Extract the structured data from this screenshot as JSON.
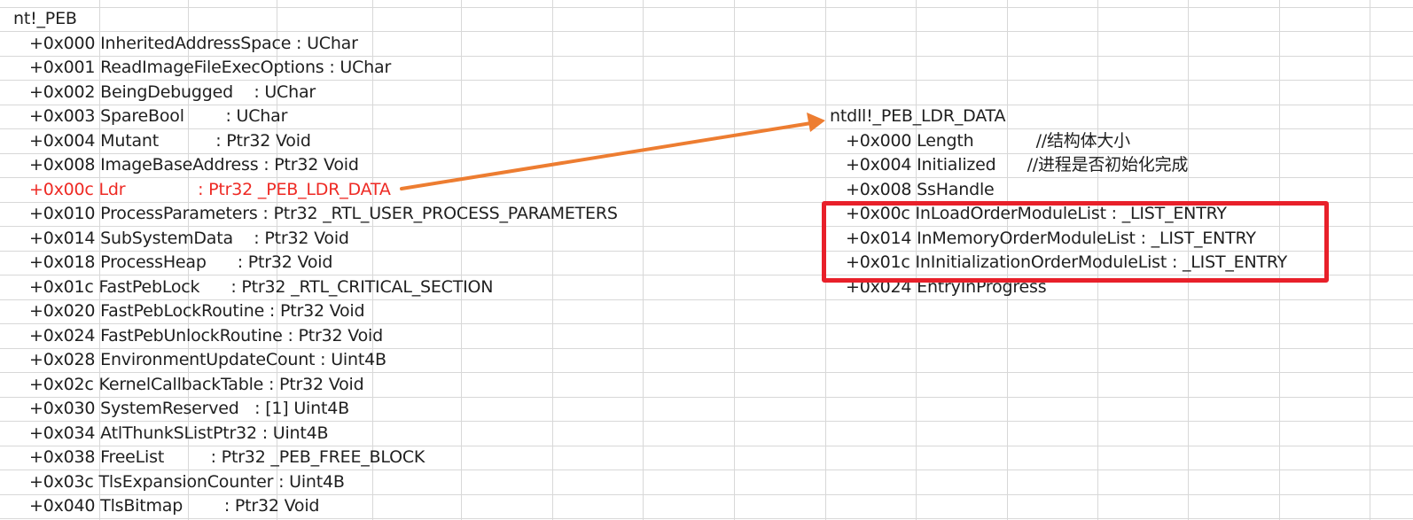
{
  "left_struct": {
    "title": "nt!_PEB",
    "rows": [
      "+0x000 InheritedAddressSpace : UChar",
      "+0x001 ReadImageFileExecOptions : UChar",
      "+0x002 BeingDebugged    : UChar",
      "+0x003 SpareBool        : UChar",
      "+0x004 Mutant           : Ptr32 Void",
      "+0x008 ImageBaseAddress : Ptr32 Void",
      "+0x00c Ldr              : Ptr32 _PEB_LDR_DATA",
      "+0x010 ProcessParameters : Ptr32 _RTL_USER_PROCESS_PARAMETERS",
      "+0x014 SubSystemData    : Ptr32 Void",
      "+0x018 ProcessHeap      : Ptr32 Void",
      "+0x01c FastPebLock      : Ptr32 _RTL_CRITICAL_SECTION",
      "+0x020 FastPebLockRoutine : Ptr32 Void",
      "+0x024 FastPebUnlockRoutine : Ptr32 Void",
      "+0x028 EnvironmentUpdateCount : Uint4B",
      "+0x02c KernelCallbackTable : Ptr32 Void",
      "+0x030 SystemReserved   : [1] Uint4B",
      "+0x034 AtlThunkSListPtr32 : Uint4B",
      "+0x038 FreeList         : Ptr32 _PEB_FREE_BLOCK",
      "+0x03c TlsExpansionCounter : Uint4B",
      "+0x040 TlsBitmap        : Ptr32 Void"
    ],
    "highlighted_row_index": 6
  },
  "right_struct": {
    "title": "ntdll!_PEB_LDR_DATA",
    "rows": [
      "+0x000 Length            //结构体大小",
      "+0x004 Initialized      //进程是否初始化完成",
      "+0x008 SsHandle",
      "+0x00c InLoadOrderModuleList : _LIST_ENTRY",
      "+0x014 InMemoryOrderModuleList : _LIST_ENTRY",
      "+0x01c InInitializationOrderModuleList : _LIST_ENTRY",
      "+0x024 EntryInProgress"
    ],
    "boxed_rows": [
      3,
      4,
      5
    ]
  },
  "colors": {
    "highlight_text": "#ee2a24",
    "box_border": "#e8202a",
    "arrow": "#ed7d31",
    "gridline": "#d8d8d8"
  }
}
